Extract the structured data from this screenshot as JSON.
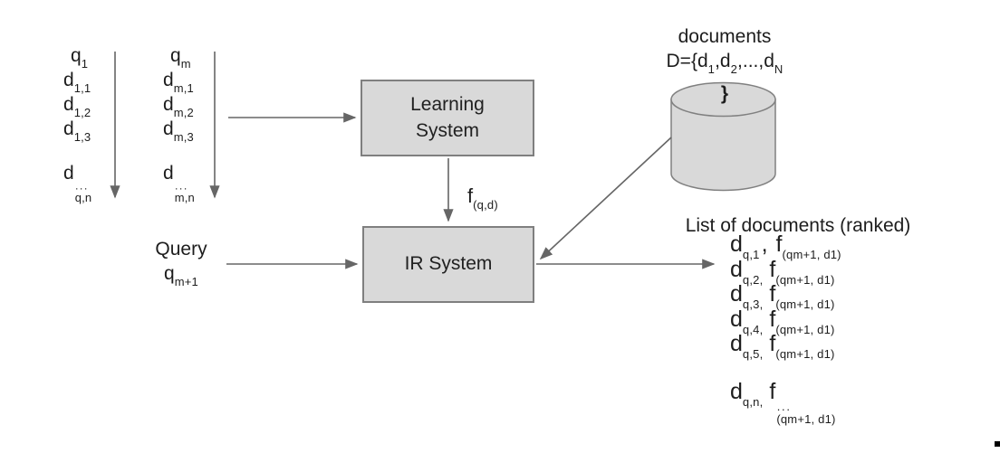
{
  "colors": {
    "box_fill": "#d9d9d9",
    "box_border": "#7f7f7f",
    "arrow": "#666666",
    "text": "#1d1d1d"
  },
  "columns": [
    {
      "items": [
        {
          "base": "q",
          "sub": "1"
        },
        {
          "base": "d",
          "sub": "1,1"
        },
        {
          "base": "d",
          "sub": "1,2"
        },
        {
          "base": "d",
          "sub": "1,3"
        },
        {
          "base": "d",
          "dots": "···",
          "sub": "q,n"
        }
      ]
    },
    {
      "items": [
        {
          "base": "q",
          "sub": "m"
        },
        {
          "base": "d",
          "sub": "m,1"
        },
        {
          "base": "d",
          "sub": "m,2"
        },
        {
          "base": "d",
          "sub": "m,3"
        },
        {
          "base": "d",
          "dots": "···",
          "sub": "m,n"
        }
      ]
    }
  ],
  "learning_box": {
    "label": "Learning\nSystem"
  },
  "ir_box": {
    "label": "IR System"
  },
  "f_label": {
    "base": "f",
    "sub": "(q,d)"
  },
  "query": {
    "label": "Query",
    "base": "q",
    "sub": "m+1"
  },
  "db": {
    "title": "documents",
    "tokens": [
      {
        "t": "D={d"
      },
      {
        "s": "1"
      },
      {
        "t": ",d"
      },
      {
        "s": "2"
      },
      {
        "t": ",...,d"
      },
      {
        "s": "N"
      }
    ],
    "brace": "}"
  },
  "ranked": {
    "heading": "List of documents (ranked)",
    "entries": [
      {
        "d": "d",
        "dsub": "q,1",
        "sep": ",",
        "f": "f",
        "fsub": "(qm+1, d1)"
      },
      {
        "d": "d",
        "dsub": "q,2,",
        "sep": "",
        "f": "f",
        "fsub": "(qm+1, d1)"
      },
      {
        "d": "d",
        "dsub": "q,3,",
        "sep": "",
        "f": "f",
        "fsub": "(qm+1, d1)"
      },
      {
        "d": "d",
        "dsub": "q,4,",
        "sep": "",
        "f": "f",
        "fsub": "(qm+1, d1)"
      },
      {
        "d": "d",
        "dsub": "q,5,",
        "sep": "",
        "f": "f",
        "fsub": "(qm+1, d1)"
      },
      {
        "d": "d",
        "dsub": "q,n,",
        "sep": "",
        "f": "f",
        "fdots": "···",
        "fsub": "(qm+1, d1)"
      }
    ]
  }
}
